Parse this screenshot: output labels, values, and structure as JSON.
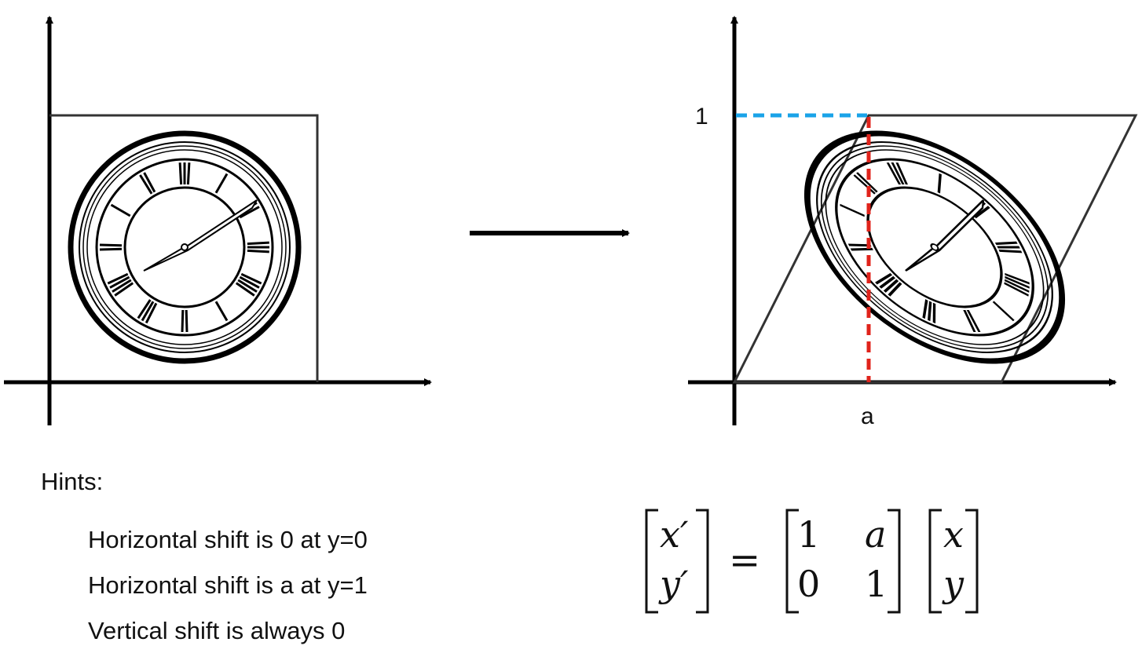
{
  "left_panel": {},
  "right_panel": {
    "y_tick_label": "1",
    "x_tick_label": "a"
  },
  "clock_numerals": [
    "XII",
    "I",
    "II",
    "III",
    "IIII",
    "V",
    "VI",
    "VII",
    "VIII",
    "IX",
    "X",
    "XI"
  ],
  "hints": {
    "title": "Hints:",
    "lines": [
      "Horizontal shift is 0 at y=0",
      "Horizontal shift is a at y=1",
      "Vertical shift is always 0"
    ]
  },
  "equation": {
    "lhs": [
      "x′",
      "y′"
    ],
    "equals": "=",
    "matrix": [
      [
        "1",
        "a"
      ],
      [
        "0",
        "1"
      ]
    ],
    "rhs": [
      "x",
      "y"
    ]
  },
  "colors": {
    "axis": "#000000",
    "box": "#333333",
    "blue_dash": "#1aa3e8",
    "red_dash": "#e0231b"
  }
}
